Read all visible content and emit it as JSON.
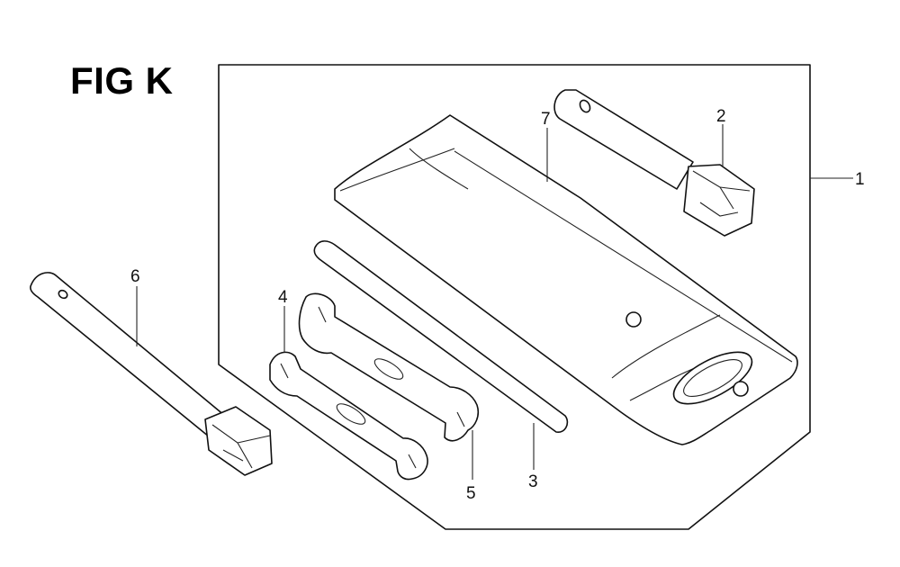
{
  "figure": {
    "title": "FIG K"
  },
  "callouts": {
    "c1": "1",
    "c2": "2",
    "c3": "3",
    "c4": "4",
    "c5": "5",
    "c6": "6",
    "c7": "7"
  },
  "parts": {
    "p1": "tool-kit-assembly",
    "p2": "box-wrench",
    "p3": "handle-bar",
    "p4": "open-end-wrench",
    "p5": "open-end-wrench",
    "p6": "spark-plug-wrench",
    "p7": "tool-bag"
  }
}
